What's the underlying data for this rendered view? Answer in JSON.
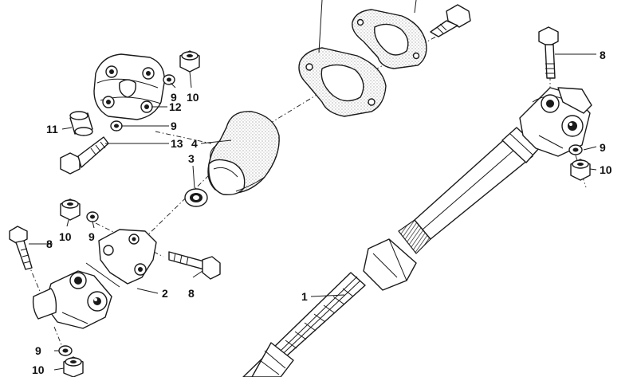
{
  "diagram": {
    "callouts": [
      {
        "id": "c1",
        "text": "1"
      },
      {
        "id": "c2",
        "text": "2"
      },
      {
        "id": "c3",
        "text": "3"
      },
      {
        "id": "c4",
        "text": "4"
      },
      {
        "id": "c8a",
        "text": "8"
      },
      {
        "id": "c8b",
        "text": "8"
      },
      {
        "id": "c8c",
        "text": "8"
      },
      {
        "id": "c9a",
        "text": "9"
      },
      {
        "id": "c9b",
        "text": "9"
      },
      {
        "id": "c9c",
        "text": "9"
      },
      {
        "id": "c9d",
        "text": "9"
      },
      {
        "id": "c9e",
        "text": "9"
      },
      {
        "id": "c10a",
        "text": "10"
      },
      {
        "id": "c10b",
        "text": "10"
      },
      {
        "id": "c10c",
        "text": "10"
      },
      {
        "id": "c10d",
        "text": "10"
      },
      {
        "id": "c11",
        "text": "11"
      },
      {
        "id": "c12",
        "text": "12"
      },
      {
        "id": "c13",
        "text": "13"
      }
    ]
  }
}
